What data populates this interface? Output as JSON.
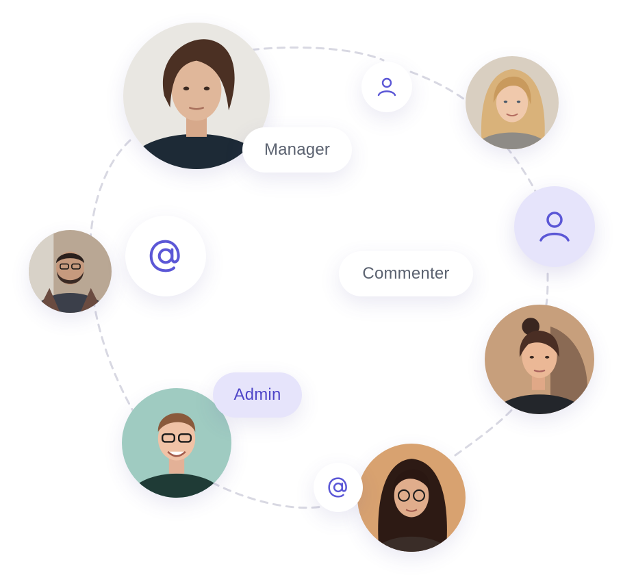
{
  "colors": {
    "accent": "#5b57d6",
    "tint": "#e6e4fb",
    "label_text": "#5b6270",
    "ring": "#d9d9e3"
  },
  "labels": {
    "manager": "Manager",
    "commenter": "Commenter",
    "admin": "Admin"
  },
  "icons": {
    "user": "user-icon",
    "at": "at-sign-icon"
  }
}
